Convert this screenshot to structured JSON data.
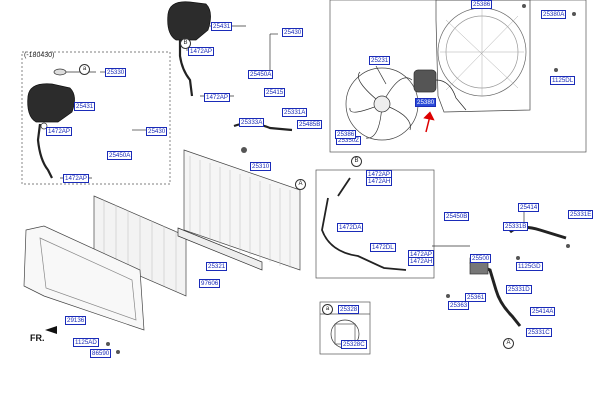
{
  "labels": {
    "l25431": "25431",
    "l25430_top": "25430",
    "l1472ap_top": "1472AP",
    "l25450a_top": "25450A",
    "l1472ap_top2": "1472AP",
    "l25330": "25330",
    "l25431_left": "25431",
    "l1472ap_left": "1472AP",
    "l25430_left": "25430",
    "l25450a_left": "25450A",
    "l1472ap_left2": "1472AP",
    "l25231": "25231",
    "l25386": "25386",
    "l25380": "25380",
    "l25380a": "25380A",
    "l1125dl": "1125DL",
    "l25350z": "25350Z",
    "l25415": "25415",
    "l25331a": "25331A",
    "l25333a": "25333A",
    "l25485b": "25485B",
    "l25310": "25310",
    "l1472ap_b": "1472AP",
    "l1472ah_b": "1472AH",
    "l1472da": "1472DA",
    "l1472dl": "1472DL",
    "l1472ap_c": "1472AP",
    "l1472ah_c": "1472AH",
    "l25450b": "25450B",
    "l25414": "25414",
    "l25331e": "25331E",
    "l25331b": "25331B",
    "l25500": "25500",
    "l1125gd": "1125GD",
    "l25331d": "25331D",
    "l25361": "25361",
    "l25363": "25363",
    "l25414a": "25414A",
    "l25331c": "25331C",
    "l25328": "25328",
    "l97606": "97606",
    "l29136": "29136",
    "l1125ad": "1125AD",
    "l86590": "86590",
    "l25321": "25321",
    "l25328c": "25328C",
    "l25386_b": "25386"
  },
  "texts": {
    "variant_note": "(-180430)",
    "front_label": "FR.",
    "callout_a_small": "a",
    "callout_b_small": "B",
    "callout_a_circle": "A",
    "callout_b_circle": "B",
    "callout_a_bottom": "A",
    "cap_box_key": "a"
  }
}
